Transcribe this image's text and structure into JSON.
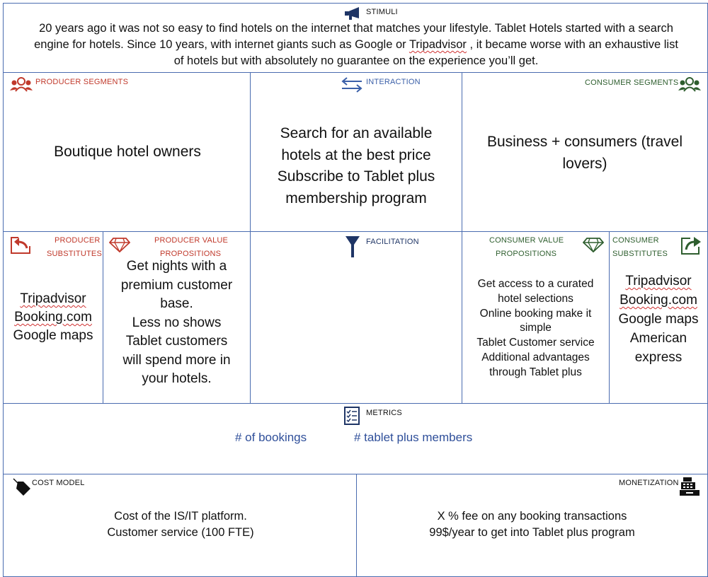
{
  "stimuli": {
    "label": "STIMULI",
    "text_lines": [
      "20 years ago it was not so easy to find hotels on the internet that matches your lifestyle. Tablet Hotels started with a search",
      "engine for hotels. Since 10 years, with internet giants such as Google or Tripadvisor , it became worse with an exhaustive list",
      "of hotels but with absolutely no guarantee on the experience you’ll get."
    ],
    "line2_pre": "engine for hotels. Since 10 years, with internet giants such as Google or ",
    "line2_mark": "Tripadvisor",
    "line2_post": " , it became worse with an exhaustive list"
  },
  "producer_segments": {
    "label": "PRODUCER SEGMENTS",
    "text": "Boutique hotel owners"
  },
  "interaction": {
    "label": "INTERACTION",
    "lines": [
      "Search for an available",
      "hotels at the best price",
      "Subscribe to Tablet plus",
      "membership program"
    ]
  },
  "consumer_segments": {
    "label": "CONSUMER SEGMENTS",
    "lines": [
      "Business + consumers (travel",
      "lovers)"
    ]
  },
  "producer_substitutes": {
    "label_1": "PRODUCER",
    "label_2": "SUBSTITUTES",
    "items": [
      "Tripadvisor",
      "Booking.com",
      "Google maps"
    ]
  },
  "producer_value": {
    "label_1": "PRODUCER VALUE",
    "label_2": "PROPOSITIONS",
    "lines": [
      "Get nights with a",
      "premium customer",
      "base.",
      "Less no shows",
      "Tablet customers",
      "will spend more in",
      "your hotels."
    ]
  },
  "facilitation": {
    "label": "FACILITATION"
  },
  "consumer_value": {
    "label_1": "CONSUMER VALUE",
    "label_2": "PROPOSITIONS",
    "lines": [
      "Get access to a curated",
      "hotel selections",
      "Online booking make it",
      "simple",
      "Tablet Customer service",
      "Additional advantages",
      "through Tablet plus"
    ]
  },
  "consumer_substitutes": {
    "label_1": "CONSUMER",
    "label_2": "SUBSTITUTES",
    "items": [
      "Tripadvisor",
      "Booking.com",
      "Google maps",
      "American",
      "express"
    ]
  },
  "metrics": {
    "label": "METRICS",
    "items": [
      "# of bookings",
      "# tablet plus members"
    ]
  },
  "cost_model": {
    "label": "COST MODEL",
    "lines": [
      "Cost of the IS/IT platform.",
      "Customer service (100 FTE)"
    ]
  },
  "monetization": {
    "label": "MONETIZATION",
    "lines": [
      "X % fee on any booking transactions",
      "99$/year to get into Tablet plus program"
    ]
  },
  "colors": {
    "border": "#4a6cb0",
    "producer_red": "#c0392b",
    "interaction_blue": "#3a5fa8",
    "consumer_green": "#2e5e2e",
    "metric_blue": "#2f4f9a"
  }
}
